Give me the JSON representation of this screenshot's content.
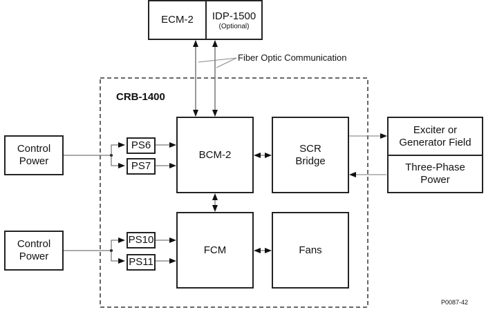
{
  "top": {
    "ecm": "ECM-2",
    "idp": "IDP-1500",
    "idp_sub": "(Optional)"
  },
  "fiber_label": "Fiber Optic Communication",
  "enclosure_label": "CRB-1400",
  "blocks": {
    "bcm": "BCM-2",
    "scr_line1": "SCR",
    "scr_line2": "Bridge",
    "fcm": "FCM",
    "fans": "Fans",
    "ps6": "PS6",
    "ps7": "PS7",
    "ps10": "PS10",
    "ps11": "PS11"
  },
  "control_power": [
    {
      "line1": "Control",
      "line2": "Power"
    },
    {
      "line1": "Control",
      "line2": "Power"
    }
  ],
  "right": {
    "exciter_line1": "Exciter or",
    "exciter_line2": "Generator Field",
    "three_line1": "Three-Phase",
    "three_line2": "Power"
  },
  "figure_id": "P0087-42"
}
